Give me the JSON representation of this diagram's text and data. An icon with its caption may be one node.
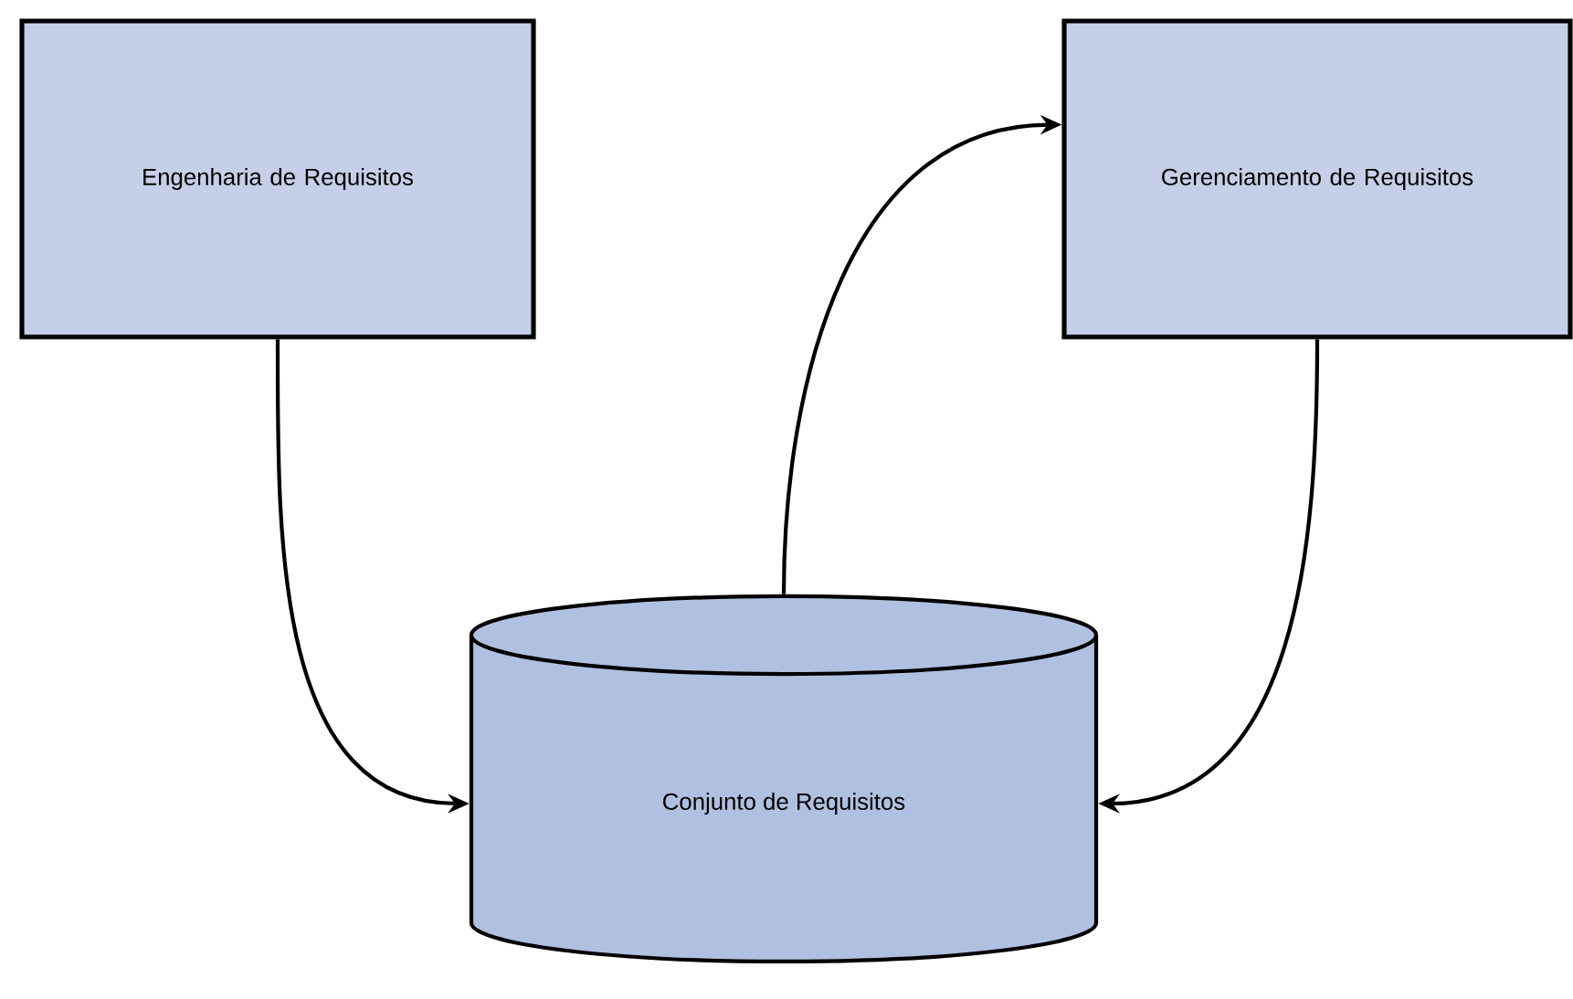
{
  "diagram": {
    "nodes": [
      {
        "text": [
          "Engenharia de Requisitos"
        ]
      },
      {
        "text": [
          "Gerenciamento de Requisitos"
        ]
      },
      {
        "text": [
          "Conjunto de Requisitos"
        ]
      }
    ],
    "edges": [
      {
        "from": 0,
        "to": 2,
        "arrow": "to"
      },
      {
        "from": 2,
        "to": 1,
        "arrow": "to"
      },
      {
        "from": 1,
        "to": 2,
        "arrow": "to"
      }
    ]
  }
}
